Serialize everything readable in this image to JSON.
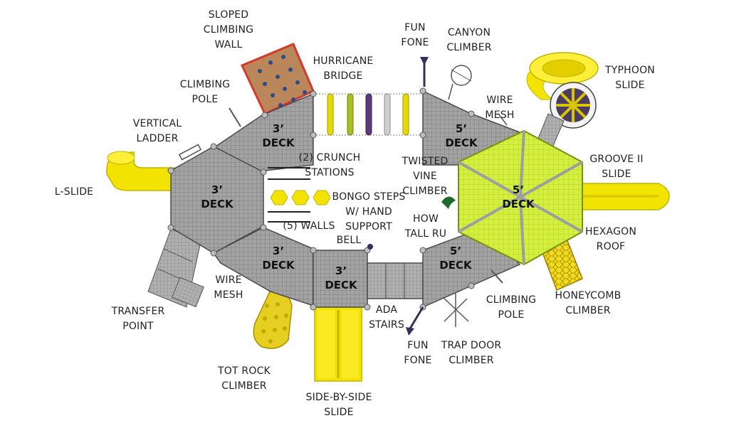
{
  "labels": {
    "sloped_climbing_wall": [
      "SLOPED",
      "CLIMBING",
      "WALL"
    ],
    "hurricane_bridge": [
      "HURRICANE",
      "BRIDGE"
    ],
    "fun_fone_top": [
      "FUN",
      "FONE"
    ],
    "canyon_climber": [
      "CANYON",
      "CLIMBER"
    ],
    "typhoon_slide": [
      "TYPHOON",
      "SLIDE"
    ],
    "climbing_pole_top": [
      "CLIMBING",
      "POLE"
    ],
    "wire_mesh_top": [
      "WIRE",
      "MESH"
    ],
    "vertical_ladder": [
      "VERTICAL",
      "LADDER"
    ],
    "crunch_stations": [
      "(2) CRUNCH",
      "STATIONS"
    ],
    "twisted_vine_climber": [
      "TWISTED",
      "VINE",
      "CLIMBER"
    ],
    "groove_ii_slide": [
      "GROOVE II",
      "SLIDE"
    ],
    "l_slide": [
      "L-SLIDE"
    ],
    "bongo_steps": [
      "BONGO STEPS",
      "W/ HAND",
      "SUPPORT"
    ],
    "how_tall_ru": [
      "HOW",
      "TALL RU"
    ],
    "five_walls": [
      "(5) WALLS"
    ],
    "bell": [
      "BELL"
    ],
    "hexagon_roof": [
      "HEXAGON",
      "ROOF"
    ],
    "wire_mesh_bottom": [
      "WIRE",
      "MESH"
    ],
    "ada_stairs": [
      "ADA",
      "STAIRS"
    ],
    "climbing_pole_bottom": [
      "CLIMBING",
      "POLE"
    ],
    "honeycomb_climber": [
      "HONEYCOMB",
      "CLIMBER"
    ],
    "transfer_point": [
      "TRANSFER",
      "POINT"
    ],
    "fun_fone_bottom": [
      "FUN",
      "FONE"
    ],
    "trap_door_climber": [
      "TRAP DOOR",
      "CLIMBER"
    ],
    "tot_rock_climber": [
      "TOT ROCK",
      "CLIMBER"
    ],
    "side_by_side_slide": [
      "SIDE-BY-SIDE",
      "SLIDE"
    ]
  },
  "decks": {
    "upper_left": [
      "3’",
      "DECK"
    ],
    "left": [
      "3’",
      "DECK"
    ],
    "lower_left": [
      "3’",
      "DECK"
    ],
    "bottom": [
      "3’",
      "DECK"
    ],
    "upper_right": [
      "5’",
      "DECK"
    ],
    "lower_right": [
      "5’",
      "DECK"
    ],
    "hexagon": [
      "5’",
      "DECK"
    ]
  },
  "colors": {
    "deck_gray": "#9a9a9a",
    "slide_yellow": "#f0e000",
    "roof_lime": "#d9f24a",
    "climbing_wall_brown": "#b9875a",
    "climbing_wall_border": "#d33a2a",
    "text": "#222222"
  }
}
